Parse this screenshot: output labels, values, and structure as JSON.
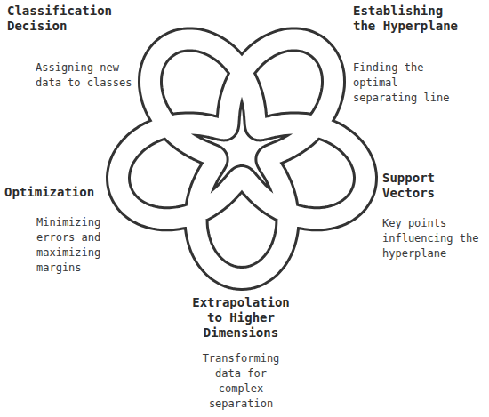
{
  "diagram": {
    "nodes": [
      {
        "text": [
          "Classification Decision",
          "Assigning new data to classes"
        ]
      },
      {
        "text": [
          "Establishing the Hyperplane",
          "Finding the optimal separating line"
        ]
      },
      {
        "text": [
          "Optimization",
          "Minimizing errors and maximizing margins"
        ]
      },
      {
        "text": [
          "Support Vectors",
          "Key points influencing the hyperplane"
        ]
      },
      {
        "text": [
          "Extrapolation to Higher Dimensions",
          "Transforming data for complex separation"
        ]
      }
    ]
  }
}
